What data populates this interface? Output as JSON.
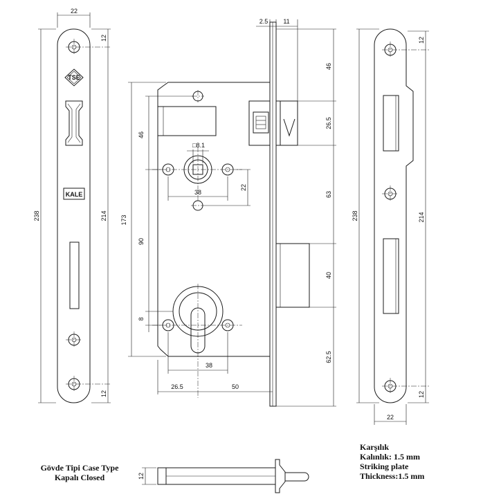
{
  "dimensions": {
    "faceplate_width_top": "22",
    "faceplate_top_hole": "12",
    "faceplate_total_height": "238",
    "faceplate_hole_spacing": "214",
    "faceplate_bottom_hole": "12",
    "flange_thickness": "2.5",
    "latch_projection": "11",
    "upper_offset": "46",
    "latch_height": "26.5",
    "latch_to_bolt": "63",
    "bolt_height": "40",
    "bolt_to_bottom": "62.5",
    "square_spindle": "□8.1",
    "spindle_screw_spacing": "38",
    "spindle_to_screw": "22",
    "body_upper_dim": "46",
    "body_height": "173",
    "spindle_to_cylinder": "90",
    "cylinder_offset": "8",
    "cylinder_screw_spacing": "38",
    "body_depth_left": "26.5",
    "backset": "50",
    "strike_top_hole": "12",
    "strike_total_height": "238",
    "strike_hole_spacing": "214",
    "strike_bottom_hole": "12",
    "strike_width": "22",
    "side_view_height": "12"
  },
  "logos": {
    "tse": "TSE",
    "kale": "KALE"
  },
  "captions": {
    "case_line1": "Gövde Tipi Case Type",
    "case_line2": "Kapalı Closed",
    "strike_line1": "Karşılık",
    "strike_line2": "Kalınlık: 1.5 mm",
    "strike_line3": "Striking plate",
    "strike_line4": "Thickness:1.5 mm"
  }
}
